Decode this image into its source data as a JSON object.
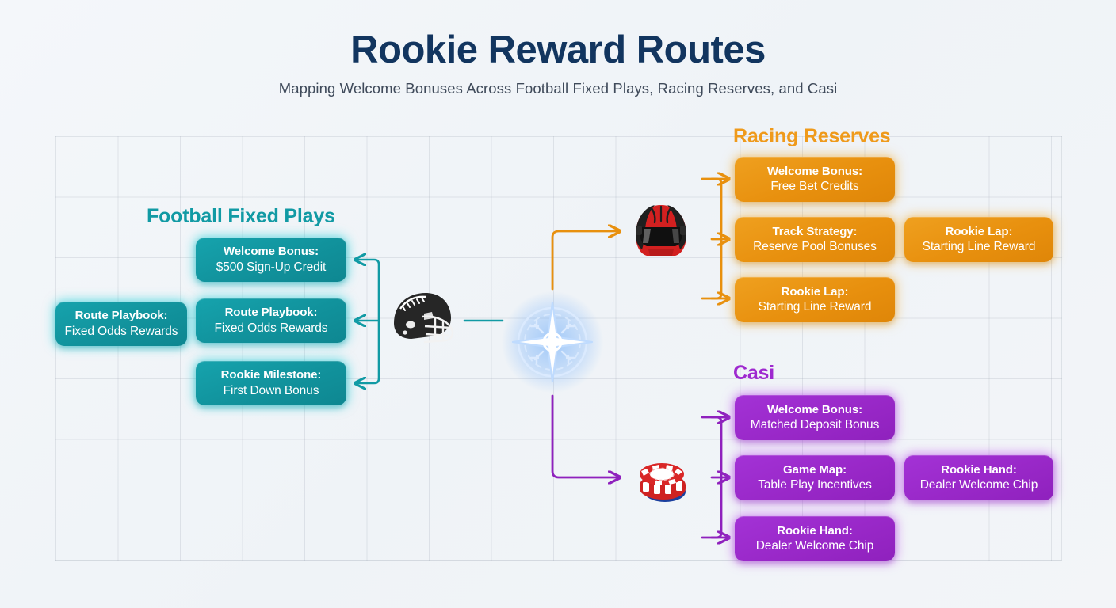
{
  "header": {
    "title": "Rookie Reward Routes",
    "subtitle": "Mapping Welcome Bonuses Across Football Fixed Plays, Racing Reserves, and Casi"
  },
  "colors": {
    "background": "#f2f5f8",
    "title": "#12355f",
    "subtitle": "#3f4a5a",
    "football_accent": "#119aa4",
    "racing_accent": "#ef9a1b",
    "casino_accent": "#9e29cf",
    "football_card": "#11929c",
    "racing_card": "#e8900e",
    "casino_card": "#9928c8",
    "compass_glow": "#60a5fa",
    "grid_line": "#8c96a5"
  },
  "center": {
    "icon": "compass-rose-icon"
  },
  "branches": [
    {
      "key": "football",
      "heading": "Football Fixed Plays",
      "icon": "football-helmet-icon",
      "accent": "#119aa4",
      "cards": [
        {
          "title": "Welcome Bonus:",
          "detail": "$500 Sign-Up Credit"
        },
        {
          "title": "Route Playbook:",
          "detail": "Fixed Odds Rewards"
        },
        {
          "title": "Rookie Milestone:",
          "detail": "First Down Bonus"
        }
      ],
      "outer_cards": [
        {
          "title": "Route Playbook:",
          "detail": "Fixed Odds Rewards"
        }
      ]
    },
    {
      "key": "racing",
      "heading": "Racing Reserves",
      "icon": "racing-helmet-icon",
      "accent": "#ef9a1b",
      "cards": [
        {
          "title": "Welcome Bonus:",
          "detail": "Free Bet Credits"
        },
        {
          "title": "Track Strategy:",
          "detail": "Reserve Pool Bonuses"
        },
        {
          "title": "Rookie Lap:",
          "detail": "Starting Line Reward"
        }
      ],
      "outer_cards": [
        {
          "title": "Rookie Lap:",
          "detail": "Starting Line Reward"
        }
      ]
    },
    {
      "key": "casino",
      "heading": "Casi",
      "icon": "poker-chips-icon",
      "accent": "#9e29cf",
      "cards": [
        {
          "title": "Welcome Bonus:",
          "detail": "Matched Deposit Bonus"
        },
        {
          "title": "Game Map:",
          "detail": "Table Play Incentives"
        },
        {
          "title": "Rookie Hand:",
          "detail": "Dealer Welcome Chip"
        }
      ],
      "outer_cards": [
        {
          "title": "Rookie Hand:",
          "detail": "Dealer Welcome Chip"
        }
      ]
    }
  ]
}
